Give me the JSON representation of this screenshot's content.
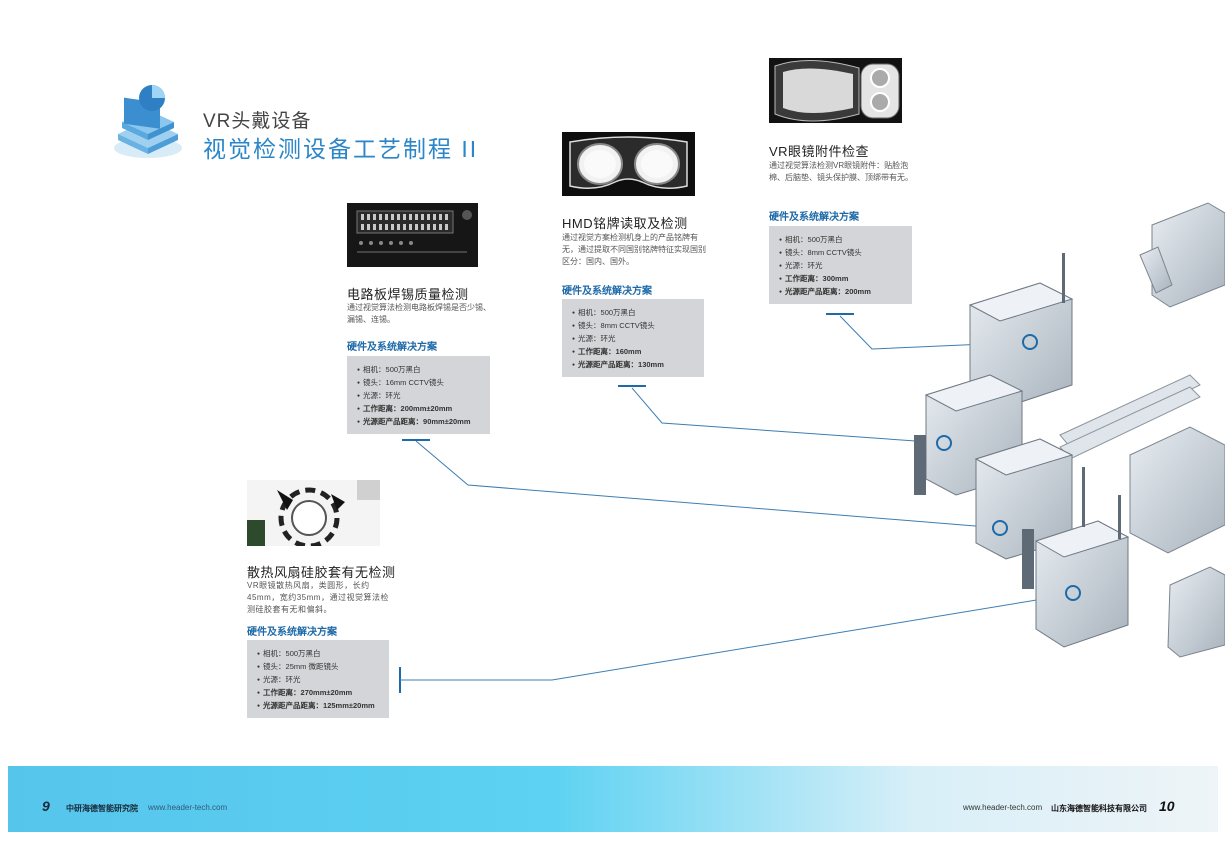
{
  "header": {
    "subtitle": "VR头戴设备",
    "title": "视觉检测设备工艺制程 II"
  },
  "blocks": {
    "pcb": {
      "title": "电路板焊锡质量检测",
      "desc": "通过视觉算法检测电路板焊锡是否少锡、漏锡、连锡。",
      "sub": "硬件及系统解决方案",
      "specs": [
        "相机：500万黑白",
        "镜头：16mm CCTV镜头",
        "光源：环光",
        "工作距离：200mm±20mm",
        "光源距产品距离：90mm±20mm"
      ]
    },
    "hmd": {
      "title": "HMD铭牌读取及检测",
      "desc": "通过视觉方案检测机身上的产品铭牌有无，通过提取不同国别铭牌特征实现国别区分：国内、国外。",
      "sub": "硬件及系统解决方案",
      "specs": [
        "相机：500万黑白",
        "镜头：8mm CCTV镜头",
        "光源：环光",
        "工作距离：160mm",
        "光源距产品距离：130mm"
      ]
    },
    "vr": {
      "title": "VR眼镜附件检查",
      "desc": "通过视觉算法检测VR眼镜附件：贴脸泡棉、后脑垫、镜头保护膜、顶绑带有无。",
      "sub": "硬件及系统解决方案",
      "specs": [
        "相机：500万黑白",
        "镜头：8mm CCTV镜头",
        "光源：环光",
        "工作距离：300mm",
        "光源距产品距离：200mm"
      ]
    },
    "fan": {
      "title": "散热风扇硅胶套有无检测",
      "desc": "VR眼镜散热风扇，类圆形，长约45mm，宽约35mm，通过视觉算法检测硅胶套有无和偏斜。",
      "sub": "硬件及系统解决方案",
      "specs": [
        "相机：500万黑白",
        "镜头：25mm 微距镜头",
        "光源：环光",
        "工作距离：270mm±20mm",
        "光源距产品距离：125mm±20mm"
      ]
    }
  },
  "footer": {
    "left_page": "9",
    "left_org": "中研海德智能研究院",
    "left_url": "www.header-tech.com",
    "right_url": "www.header-tech.com",
    "right_org": "山东海德智能科技有限公司",
    "right_page": "10"
  },
  "colors": {
    "accent": "#2a86c8",
    "subheading": "#1e6aa8",
    "spec_box": "#d4d5d8",
    "footer_start": "#56c5ec",
    "footer_end": "#eef4f7"
  }
}
